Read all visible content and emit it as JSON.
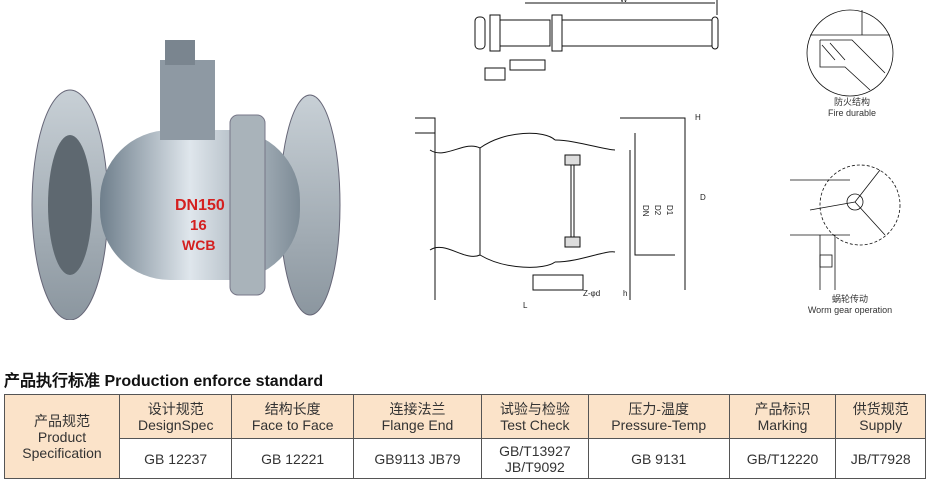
{
  "photo": {
    "marking_lines": [
      "DN150",
      "16",
      "WCB"
    ]
  },
  "drawing": {
    "dimension_labels": [
      "DN",
      "D2",
      "D1",
      "D",
      "L",
      "Z-φd",
      "h",
      "W",
      "H"
    ]
  },
  "details": [
    {
      "label_cn": "防火结构",
      "label_en": "Fire durable"
    },
    {
      "label_cn": "蜗轮传动",
      "label_en": "Worm gear operation"
    }
  ],
  "section_title": "产品执行标准 Production enforce standard",
  "table": {
    "row_header": {
      "cn": "产品规范",
      "en1": "Product",
      "en2": "Specification"
    },
    "columns": [
      {
        "cn": "设计规范",
        "en": "DesignSpec",
        "value": [
          "GB 12237"
        ]
      },
      {
        "cn": "结构长度",
        "en": "Face to Face",
        "value": [
          "GB 12221"
        ]
      },
      {
        "cn": "连接法兰",
        "en": "Flange End",
        "value": [
          "GB9113 JB79"
        ]
      },
      {
        "cn": "试验与检验",
        "en": "Test Check",
        "value": [
          "GB/T13927",
          "JB/T9092"
        ]
      },
      {
        "cn": "压力-温度",
        "en": "Pressure-Temp",
        "value": [
          "GB 9131"
        ]
      },
      {
        "cn": "产品标识",
        "en": "Marking",
        "value": [
          "GB/T12220"
        ]
      },
      {
        "cn": "供货规范",
        "en": "Supply",
        "value": [
          "JB/T7928"
        ]
      }
    ]
  },
  "colors": {
    "header_bg": "#fbe3c9",
    "marking_red": "#d42020"
  }
}
